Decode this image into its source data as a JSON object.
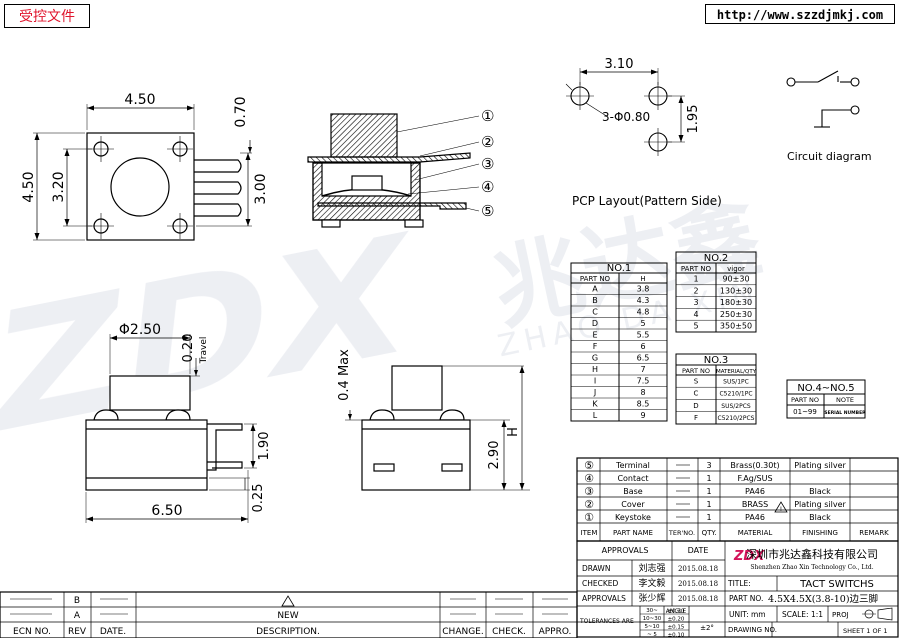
{
  "stamp": "受控文件",
  "url": "http://www.szzdjmkj.com",
  "watermark": {
    "logo": "ZDX",
    "cn": "兆达鑫",
    "en": "ZHAO DA XIN",
    "brand_color": "#e8eaf0"
  },
  "top_view": {
    "width": "4.50",
    "height": "4.50",
    "pitch": "3.20",
    "lead_len": "3.00",
    "depth": "0.70"
  },
  "section_callouts": [
    "①",
    "②",
    "③",
    "④",
    "⑤"
  ],
  "pcb": {
    "pitch": "3.10",
    "holes": "3-Φ0.80",
    "row": "1.95",
    "title": "PCP Layout(Pattern Side)"
  },
  "circuit_label": "Circuit diagram",
  "front_view": {
    "dia": "Φ2.50",
    "travel_val": "0.20",
    "travel": "Travel",
    "lead": "1.90",
    "base": "0.25",
    "width": "6.50"
  },
  "side_view": {
    "max_label": "0.4 Max",
    "body": "2.90",
    "h": "H"
  },
  "no1": {
    "title": "NO.1",
    "headers": [
      "PART NO",
      "H"
    ],
    "rows": [
      [
        "A",
        "3.8"
      ],
      [
        "B",
        "4.3"
      ],
      [
        "C",
        "4.8"
      ],
      [
        "D",
        "5"
      ],
      [
        "E",
        "5.5"
      ],
      [
        "F",
        "6"
      ],
      [
        "G",
        "6.5"
      ],
      [
        "H",
        "7"
      ],
      [
        "I",
        "7.5"
      ],
      [
        "J",
        "8"
      ],
      [
        "K",
        "8.5"
      ],
      [
        "L",
        "9"
      ]
    ]
  },
  "no2": {
    "title": "NO.2",
    "headers": [
      "PART NO",
      "vigor"
    ],
    "rows": [
      [
        "1",
        "90±30"
      ],
      [
        "2",
        "130±30"
      ],
      [
        "3",
        "180±30"
      ],
      [
        "4",
        "250±30"
      ],
      [
        "5",
        "350±50"
      ]
    ]
  },
  "no3": {
    "title": "NO.3",
    "headers": [
      "PART NO",
      "MATERIAL/QTY"
    ],
    "rows": [
      [
        "S",
        "SUS/1PC"
      ],
      [
        "C",
        "C5210/1PC"
      ],
      [
        "D",
        "SUS/2PCS"
      ],
      [
        "F",
        "C5210/2PCS"
      ]
    ]
  },
  "no45": {
    "title": "NO.4~NO.5",
    "headers": [
      "PART NO",
      "NOTE"
    ],
    "rows": [
      [
        "01~99",
        "SERIAL NUMBER"
      ]
    ]
  },
  "bom": {
    "rows": [
      {
        "n": "⑤",
        "name": "Terminal",
        "qty": "3",
        "mat": "Brass(0.30t)",
        "fin": "Plating silver"
      },
      {
        "n": "④",
        "name": "Contact",
        "qty": "1",
        "mat": "F.Ag/SUS",
        "fin": ""
      },
      {
        "n": "③",
        "name": "Base",
        "qty": "1",
        "mat": "PA46",
        "fin": "Black"
      },
      {
        "n": "②",
        "name": "Cover",
        "qty": "1",
        "mat": "BRASS",
        "fin": "Plating silver"
      },
      {
        "n": "①",
        "name": "Keystoke",
        "qty": "1",
        "mat": "PA46",
        "fin": "Black"
      }
    ],
    "headers": [
      "ITEM",
      "PART NAME",
      "TER'NO.",
      "QTY.",
      "MATERIAL",
      "FINISHING",
      "REMARK"
    ]
  },
  "approvals": {
    "header": "APPROVALS",
    "date": "DATE",
    "rows": [
      {
        "role": "DRAWN",
        "name": "刘志强",
        "date": "2015.08.18"
      },
      {
        "role": "CHECKED",
        "name": "李文毅",
        "date": "2015.08.18"
      },
      {
        "role": "APPROVALS",
        "name": "张少辉",
        "date": "2015.08.18"
      }
    ]
  },
  "company": {
    "cn": "深圳市兆达鑫科技有限公司",
    "en": "Shenzhen Zhao Xin Technology Co., Ltd."
  },
  "title_block": {
    "title_label": "TITLE:",
    "title": "TACT SWITCHS",
    "part_label": "PART NO.",
    "part": "4.5X4.5X(3.8-10)边三脚",
    "unit": "UNIT: mm",
    "scale": "SCALE: 1:1",
    "proj": "PROJ",
    "drawing_label": "DRAWING NO.",
    "sheet": "SHEET 1 OF 1"
  },
  "tolerances": {
    "label": "TOLERANCES ARE",
    "angle": "ANGLE",
    "angle_val": "±2°",
    "rows": [
      [
        "30~",
        "±0.30"
      ],
      [
        "10~30",
        "±0.20"
      ],
      [
        "5~10",
        "±0.15"
      ],
      [
        "~ 5",
        "±0.10"
      ]
    ]
  },
  "revision": {
    "headers": [
      "ECN NO.",
      "REV",
      "DATE.",
      "DESCRIPTION.",
      "CHANGE.",
      "CHECK.",
      "APPRO."
    ],
    "rows": [
      {
        "rev": "B",
        "desc": ""
      },
      {
        "rev": "A",
        "desc": "NEW"
      }
    ]
  }
}
